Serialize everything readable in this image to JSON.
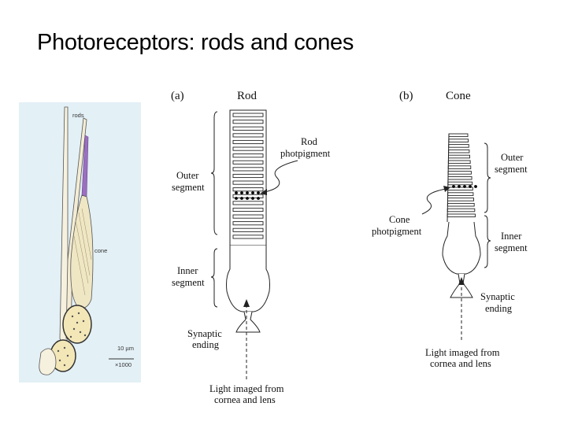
{
  "title": "Photoreceptors: rods and cones",
  "illustration": {
    "rods_label": "rods",
    "cone_label": "cone",
    "scale_label": "10 µm",
    "magnification_label": "×1000"
  },
  "rod_panel": {
    "panel_letter": "(a)",
    "header": "Rod",
    "pigment_label_line1": "Rod",
    "pigment_label_line2": "photpigment",
    "outer_label_line1": "Outer",
    "outer_label_line2": "segment",
    "inner_label_line1": "Inner",
    "inner_label_line2": "segment",
    "synaptic_label_line1": "Synaptic",
    "synaptic_label_line2": "ending",
    "light_label_line1": "Light imaged from",
    "light_label_line2": "cornea and lens"
  },
  "cone_panel": {
    "panel_letter": "(b)",
    "header": "Cone",
    "pigment_label_line1": "Cone",
    "pigment_label_line2": "photpigment",
    "outer_label_line1": "Outer",
    "outer_label_line2": "segment",
    "inner_label_line1": "Inner",
    "inner_label_line2": "segment",
    "synaptic_label_line1": "Synaptic",
    "synaptic_label_line2": "ending",
    "light_label_line1": "Light imaged from",
    "light_label_line2": "cornea and lens"
  },
  "colors": {
    "illustration_bg": "#e3f0f6",
    "cone_pigment": "#9a6fc0",
    "nucleus_fill": "#f3e7b8"
  }
}
